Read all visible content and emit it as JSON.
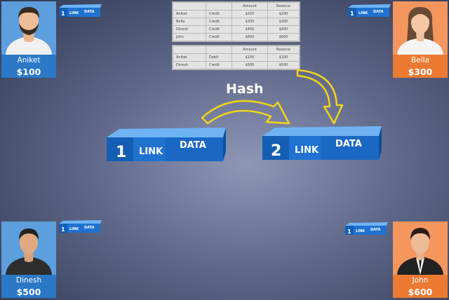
{
  "colors": {
    "user_blue": "#2a78c6",
    "user_orange": "#ec7a32",
    "block_blue": "#1f72d0",
    "arrow_yellow": "#f2d31b"
  },
  "users": {
    "aniket": {
      "name": "Aniket",
      "balance": "$100"
    },
    "bella": {
      "name": "Bella",
      "balance": "$300"
    },
    "dinesh": {
      "name": "Dinesh",
      "balance": "$500"
    },
    "john": {
      "name": "John",
      "balance": "$600"
    }
  },
  "block_labels": {
    "link": "LINK",
    "data": "DATA"
  },
  "blocks": {
    "block1": {
      "number": "1"
    },
    "block2": {
      "number": "2"
    },
    "mini_tl": {
      "number": "1"
    },
    "mini_tr": {
      "number": "1"
    },
    "mini_bl": {
      "number": "1"
    },
    "mini_br": {
      "number": "1"
    }
  },
  "hash_label": "Hash",
  "ledgers": {
    "ledger1": {
      "headers": [
        "",
        "",
        "Amount",
        "Balance"
      ],
      "rows": [
        [
          "Aniket",
          "Credit",
          "$200",
          "$200"
        ],
        [
          "Bella",
          "Credit",
          "$300",
          "$300"
        ],
        [
          "Dinesh",
          "Credit",
          "$400",
          "$400"
        ],
        [
          "John",
          "Credit",
          "$600",
          "$600"
        ]
      ]
    },
    "ledger2": {
      "headers": [
        "",
        "",
        "Amount",
        "Balance"
      ],
      "rows": [
        [
          "Aniket",
          "Debit",
          "$100",
          "$100"
        ],
        [
          "Dinesh",
          "Credit",
          "$500",
          "$500"
        ]
      ]
    }
  }
}
